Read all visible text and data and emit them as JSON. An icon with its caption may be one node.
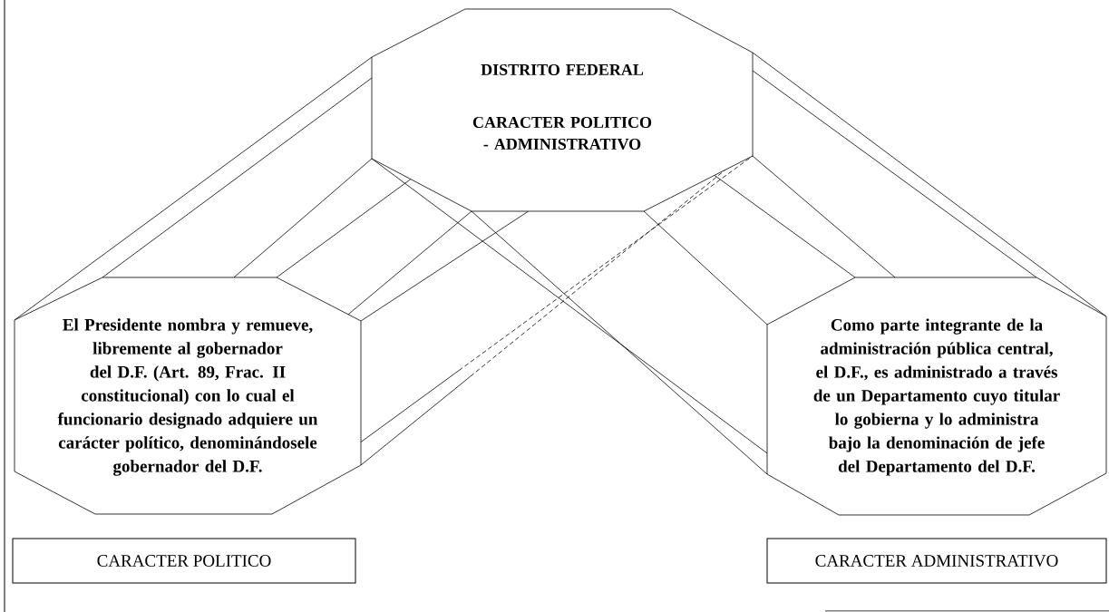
{
  "diagram": {
    "nodes": [
      {
        "text": [
          "DISTRITO FEDERAL",
          "CARACTER POLITICO - ADMINISTRATIVO"
        ]
      },
      {
        "text": [
          "El Presidente nombra y remueve, libremente al gobernador del D.F. (Art. 89, Frac. II constitucional) con lo cual el funcionario designado adquiere un carácter político, denominándosele gobernador del D.F."
        ]
      },
      {
        "text": [
          "Como parte integrante de la administración pública central, el D.F., es administrado a través de un Departamento cuyo titular lo gobierna y lo administra bajo la denominación de jefe del Departamento del D.F."
        ]
      },
      {
        "text": [
          "CARACTER POLITICO"
        ]
      },
      {
        "text": [
          "CARACTER ADMINISTRATIVO"
        ]
      }
    ],
    "edges": [
      {
        "from": 0,
        "to": 1,
        "arrow": "none"
      },
      {
        "from": 0,
        "to": 1,
        "arrow": "none"
      },
      {
        "from": 0,
        "to": 1,
        "arrow": "none"
      },
      {
        "from": 0,
        "to": 1,
        "arrow": "none"
      },
      {
        "from": 0,
        "to": 2,
        "arrow": "none"
      },
      {
        "from": 0,
        "to": 2,
        "arrow": "none"
      },
      {
        "from": 0,
        "to": 2,
        "arrow": "none"
      },
      {
        "from": 0,
        "to": 2,
        "arrow": "none"
      },
      {
        "from": 0,
        "to": 2,
        "arrow": "none"
      },
      {
        "from": 1,
        "to": 0,
        "arrow": "none"
      },
      {
        "from": 1,
        "to": 0,
        "arrow": "none"
      },
      {
        "from": 1,
        "to": 0,
        "arrow": "none",
        "style": "dashed"
      },
      {
        "from": 1,
        "to": 0,
        "arrow": "none",
        "style": "dashed"
      },
      {
        "from": 0,
        "to": 2,
        "arrow": "none"
      },
      {
        "from": 0,
        "to": 2,
        "arrow": "none"
      }
    ]
  }
}
